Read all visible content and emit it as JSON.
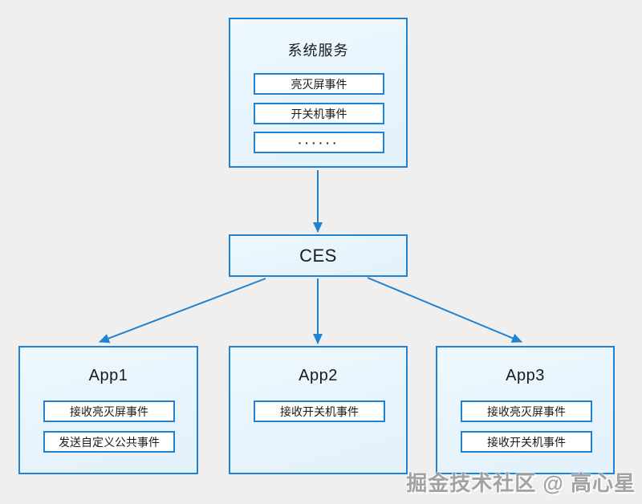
{
  "colors": {
    "bg": "#f0efed",
    "border": "#1f82d2",
    "arrow": "#1f82d2",
    "box_fill": "#e4f2fb",
    "pill_fill": "#ffffff",
    "watermark": "#9a9a9a"
  },
  "system_service": {
    "title": "系统服务",
    "events": [
      "亮灭屏事件",
      "开关机事件",
      "······"
    ]
  },
  "ces": {
    "label": "CES"
  },
  "apps": [
    {
      "title": "App1",
      "items": [
        "接收亮灭屏事件",
        "发送自定义公共事件"
      ]
    },
    {
      "title": "App2",
      "items": [
        "接收开关机事件"
      ]
    },
    {
      "title": "App3",
      "items": [
        "接收亮灭屏事件",
        "接收开关机事件"
      ]
    }
  ],
  "watermark": "掘金技术社区 @ 高心星"
}
